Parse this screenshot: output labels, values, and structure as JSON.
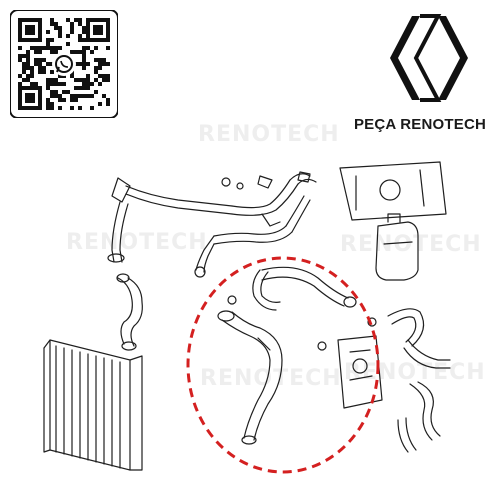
{
  "brand": {
    "title": "PEÇA RENOTECH",
    "watermark": "RENOTECH",
    "logo_icon": "renault-diamond-logo"
  },
  "qr": {
    "icon": "whatsapp-icon"
  },
  "highlight": {
    "color": "#d42020",
    "style": "dashed-ellipse"
  },
  "colors": {
    "line": "#1f1f1f",
    "background": "#ffffff"
  }
}
